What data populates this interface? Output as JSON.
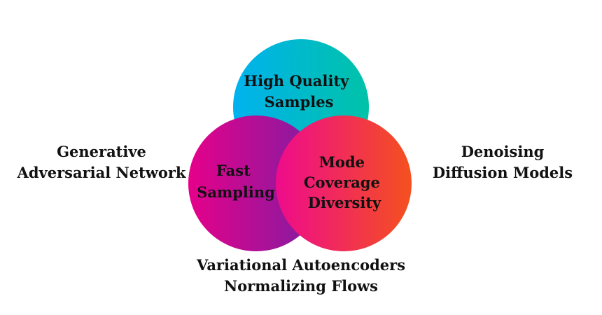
{
  "circles": {
    "top": {
      "lines": [
        "High Quality",
        "Samples"
      ],
      "gradient": [
        "#00b2ee",
        "#00c2a8"
      ]
    },
    "left": {
      "lines": [
        "Fast",
        "Sampling"
      ],
      "gradient": [
        "#e6008a",
        "#7b1fa2"
      ]
    },
    "right": {
      "lines": [
        "Mode",
        "Coverage",
        "Diversity"
      ],
      "gradient": [
        "#ee0b8c",
        "#f4511e"
      ]
    }
  },
  "outer_labels": {
    "left": [
      "Generative",
      "Adversarial Network"
    ],
    "right": [
      "Denoising",
      "Diffusion Models"
    ],
    "bottom": [
      "Variational Autoencoders",
      "Normalizing Flows"
    ]
  },
  "colors": {
    "text": "#111111",
    "background": "#ffffff"
  }
}
